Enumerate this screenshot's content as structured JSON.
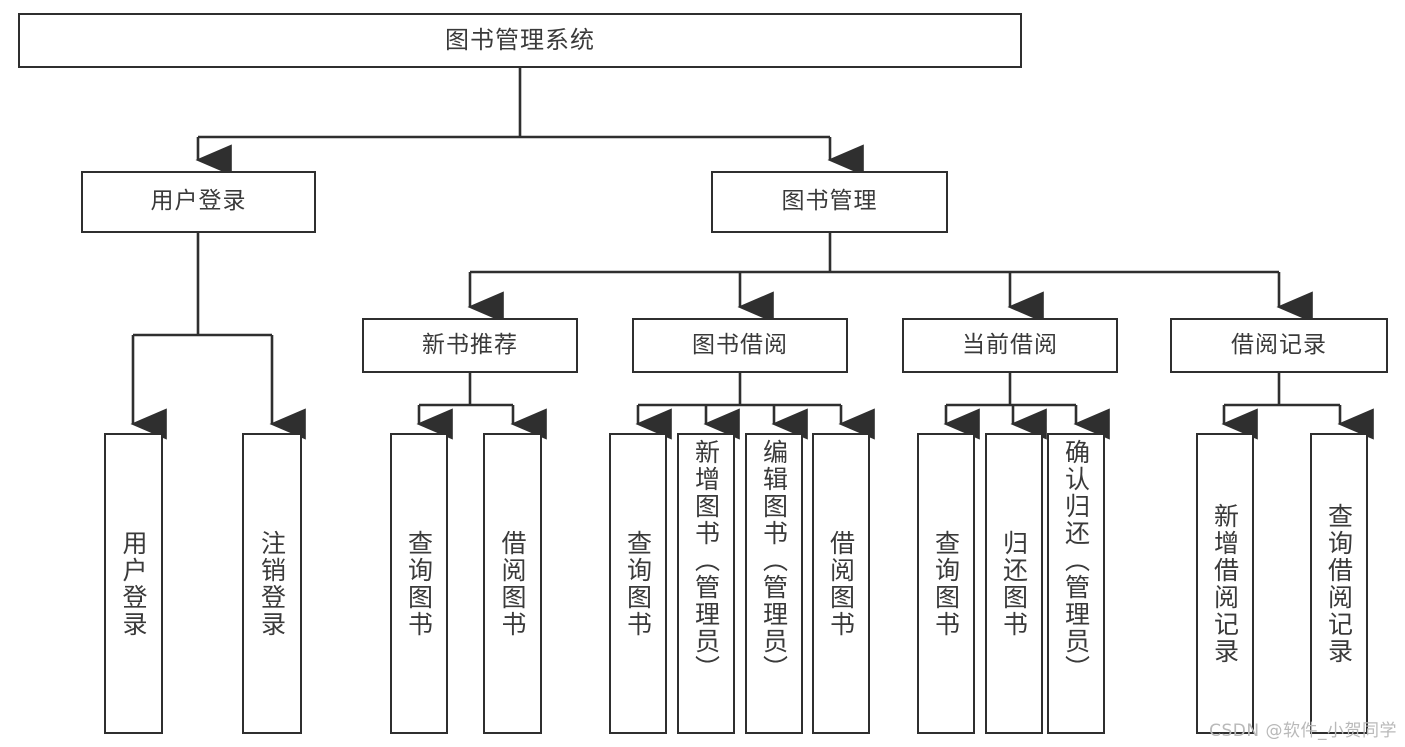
{
  "diagram": {
    "title": "图书管理系统",
    "type": "functional-structure-tree",
    "root": {
      "label": "图书管理系统"
    },
    "level2": [
      {
        "key": "user-login",
        "label": "用户登录"
      },
      {
        "key": "book-management",
        "label": "图书管理"
      }
    ],
    "level3": [
      {
        "key": "new-book-recommend",
        "label": "新书推荐"
      },
      {
        "key": "book-borrow",
        "label": "图书借阅"
      },
      {
        "key": "current-borrow",
        "label": "当前借阅"
      },
      {
        "key": "borrow-record",
        "label": "借阅记录"
      }
    ],
    "leaves": {
      "user_login": [
        {
          "key": "user-login-leaf",
          "label": "用户登录"
        },
        {
          "key": "logout-leaf",
          "label": "注销登录"
        }
      ],
      "new_book_recommend": [
        {
          "key": "query-book-1",
          "label": "查询图书"
        },
        {
          "key": "borrow-book-1",
          "label": "借阅图书"
        }
      ],
      "book_borrow": [
        {
          "key": "query-book-2",
          "label": "查询图书"
        },
        {
          "key": "add-book",
          "label": "新增图书（管理员）"
        },
        {
          "key": "edit-book",
          "label": "编辑图书（管理员）"
        },
        {
          "key": "borrow-book-2",
          "label": "借阅图书"
        }
      ],
      "current_borrow": [
        {
          "key": "query-book-3",
          "label": "查询图书"
        },
        {
          "key": "return-book",
          "label": "归还图书"
        },
        {
          "key": "confirm-return",
          "label": "确认归还（管理员）"
        }
      ],
      "borrow_record": [
        {
          "key": "add-borrow-record",
          "label": "新增借阅记录"
        },
        {
          "key": "query-borrow-record",
          "label": "查询借阅记录"
        }
      ]
    }
  },
  "watermark": {
    "text": "CSDN @软件_小贺同学"
  },
  "colors": {
    "stroke": "#2f2f2f",
    "text": "#3a3a3a",
    "background": "#ffffff",
    "watermark": "#b9b9b9"
  }
}
